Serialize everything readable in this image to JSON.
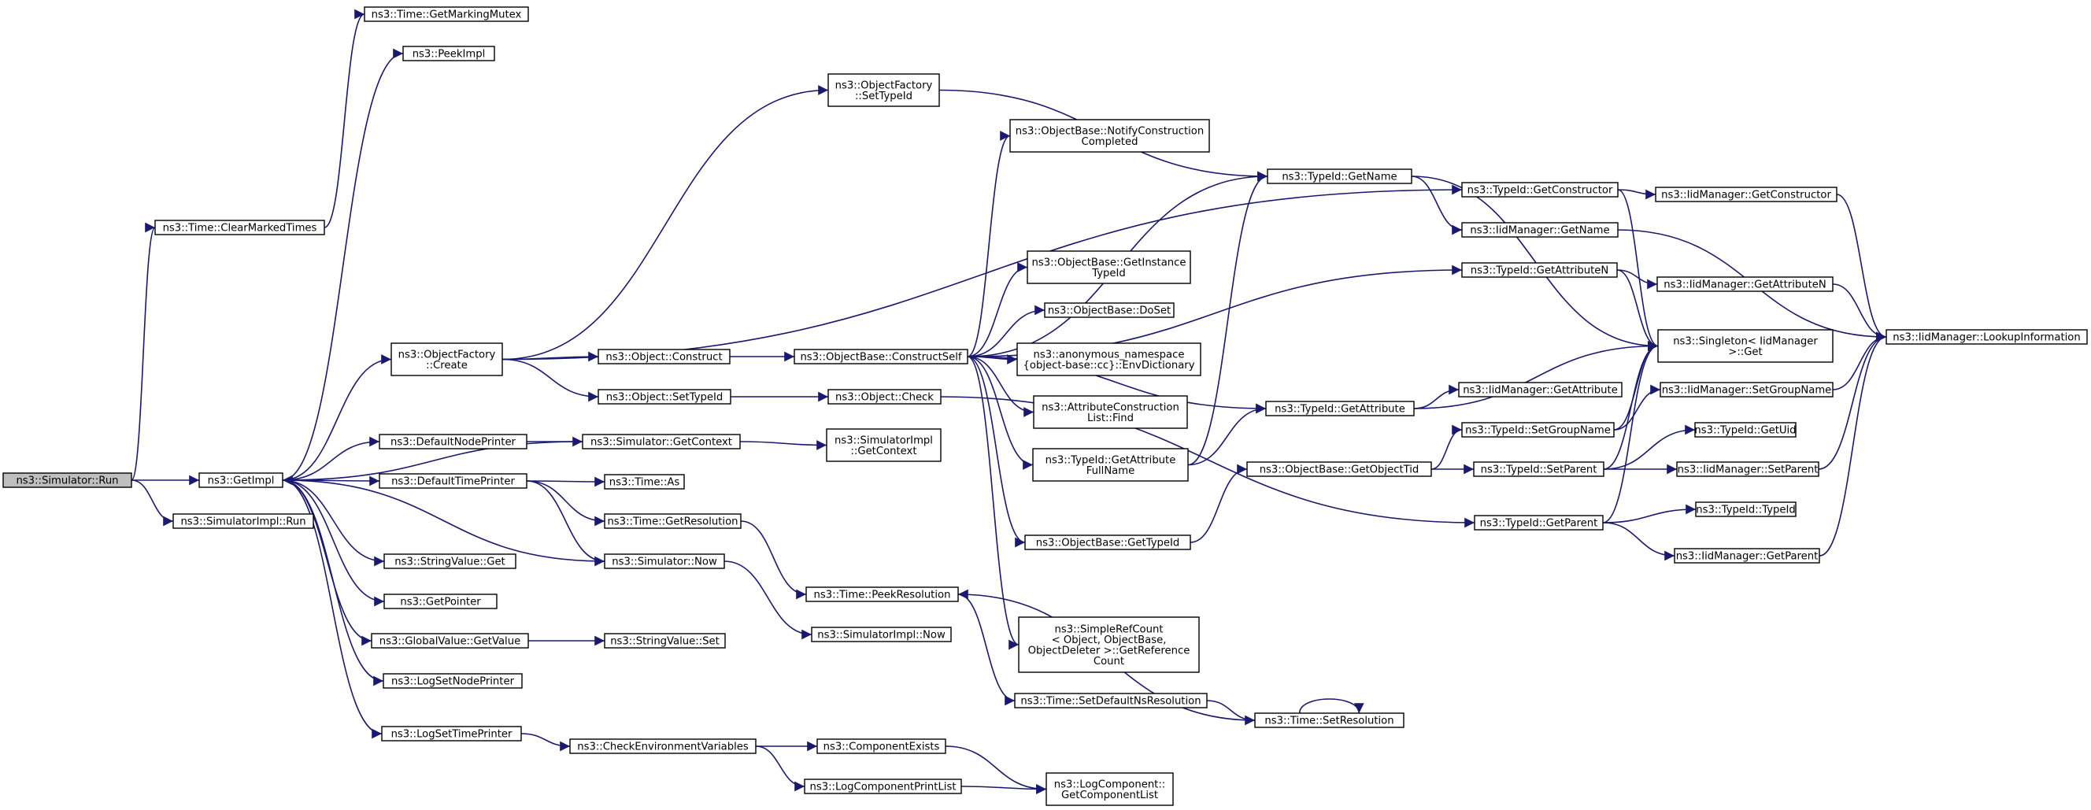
{
  "diagram": {
    "colors": {
      "edge": "#191970",
      "root_fill": "#bfbfbf",
      "node_fill": "#ffffff",
      "border": "#000000"
    },
    "nodes": [
      {
        "id": "run",
        "lines": [
          "ns3::Simulator::Run"
        ],
        "root": true
      },
      {
        "id": "getimpl",
        "lines": [
          "ns3::GetImpl"
        ]
      },
      {
        "id": "clearmarked",
        "lines": [
          "ns3::Time::ClearMarkedTimes"
        ]
      },
      {
        "id": "simimplrun",
        "lines": [
          "ns3::SimulatorImpl::Run"
        ]
      },
      {
        "id": "getmarkingmutex",
        "lines": [
          "ns3::Time::GetMarkingMutex"
        ]
      },
      {
        "id": "peekimpl",
        "lines": [
          "ns3::PeekImpl"
        ]
      },
      {
        "id": "ofcreate",
        "lines": [
          "ns3::ObjectFactory",
          "::Create"
        ]
      },
      {
        "id": "defnodeprinter",
        "lines": [
          "ns3::DefaultNodePrinter"
        ]
      },
      {
        "id": "deftimeprinter",
        "lines": [
          "ns3::DefaultTimePrinter"
        ]
      },
      {
        "id": "strvalget",
        "lines": [
          "ns3::StringValue::Get"
        ]
      },
      {
        "id": "getpointer",
        "lines": [
          "ns3::GetPointer"
        ]
      },
      {
        "id": "gvgetvalue",
        "lines": [
          "ns3::GlobalValue::GetValue"
        ]
      },
      {
        "id": "logsetnode",
        "lines": [
          "ns3::LogSetNodePrinter"
        ]
      },
      {
        "id": "logsettime",
        "lines": [
          "ns3::LogSetTimePrinter"
        ]
      },
      {
        "id": "ofsettypeid",
        "lines": [
          "ns3::ObjectFactory",
          "::SetTypeId"
        ]
      },
      {
        "id": "objconstruct",
        "lines": [
          "ns3::Object::Construct"
        ]
      },
      {
        "id": "objsettypeid",
        "lines": [
          "ns3::Object::SetTypeId"
        ]
      },
      {
        "id": "simgetcontext",
        "lines": [
          "ns3::Simulator::GetContext"
        ]
      },
      {
        "id": "timeas",
        "lines": [
          "ns3::Time::As"
        ]
      },
      {
        "id": "timegetres",
        "lines": [
          "ns3::Time::GetResolution"
        ]
      },
      {
        "id": "simnow",
        "lines": [
          "ns3::Simulator::Now"
        ]
      },
      {
        "id": "strvalset",
        "lines": [
          "ns3::StringValue::Set"
        ]
      },
      {
        "id": "checkenv",
        "lines": [
          "ns3::CheckEnvironmentVariables"
        ]
      },
      {
        "id": "obconstructself",
        "lines": [
          "ns3::ObjectBase::ConstructSelf"
        ]
      },
      {
        "id": "objcheck",
        "lines": [
          "ns3::Object::Check"
        ]
      },
      {
        "id": "simimplgetcontext",
        "lines": [
          "ns3::SimulatorImpl",
          "::GetContext"
        ]
      },
      {
        "id": "timepeekres",
        "lines": [
          "ns3::Time::PeekResolution"
        ]
      },
      {
        "id": "simimplnow",
        "lines": [
          "ns3::SimulatorImpl::Now"
        ]
      },
      {
        "id": "compexists",
        "lines": [
          "ns3::ComponentExists"
        ]
      },
      {
        "id": "logcompprint",
        "lines": [
          "ns3::LogComponentPrintList"
        ]
      },
      {
        "id": "obnotify",
        "lines": [
          "ns3::ObjectBase::NotifyConstruction",
          "Completed"
        ]
      },
      {
        "id": "obgetinstance",
        "lines": [
          "ns3::ObjectBase::GetInstance",
          "TypeId"
        ]
      },
      {
        "id": "obdoset",
        "lines": [
          "ns3::ObjectBase::DoSet"
        ]
      },
      {
        "id": "anonenv",
        "lines": [
          "ns3::anonymous_namespace",
          "{object-base::cc}::EnvDictionary"
        ]
      },
      {
        "id": "acfind",
        "lines": [
          "ns3::AttributeConstruction",
          "List::Find"
        ]
      },
      {
        "id": "tidgetattrfull",
        "lines": [
          "ns3::TypeId::GetAttribute",
          "FullName"
        ]
      },
      {
        "id": "obgettypeid",
        "lines": [
          "ns3::ObjectBase::GetTypeId"
        ]
      },
      {
        "id": "simplerefcount",
        "lines": [
          "ns3::SimpleRefCount",
          "< Object, ObjectBase,",
          "ObjectDeleter >::GetReference",
          "Count"
        ]
      },
      {
        "id": "timesetdefns",
        "lines": [
          "ns3::Time::SetDefaultNsResolution"
        ]
      },
      {
        "id": "logcompgetlist",
        "lines": [
          "ns3::LogComponent::",
          "GetComponentList"
        ]
      },
      {
        "id": "tidgetname",
        "lines": [
          "ns3::TypeId::GetName"
        ]
      },
      {
        "id": "tidgetattribute",
        "lines": [
          "ns3::TypeId::GetAttribute"
        ]
      },
      {
        "id": "obgetobjtid",
        "lines": [
          "ns3::ObjectBase::GetObjectTid"
        ]
      },
      {
        "id": "timesetres",
        "lines": [
          "ns3::Time::SetResolution"
        ]
      },
      {
        "id": "tidgetconstructor",
        "lines": [
          "ns3::TypeId::GetConstructor"
        ]
      },
      {
        "id": "iidgetname",
        "lines": [
          "ns3::IidManager::GetName"
        ]
      },
      {
        "id": "tidgetattrn",
        "lines": [
          "ns3::TypeId::GetAttributeN"
        ]
      },
      {
        "id": "iidgetattribute",
        "lines": [
          "ns3::IidManager::GetAttribute"
        ]
      },
      {
        "id": "tidsetgroupname",
        "lines": [
          "ns3::TypeId::SetGroupName"
        ]
      },
      {
        "id": "tidsetparent",
        "lines": [
          "ns3::TypeId::SetParent"
        ]
      },
      {
        "id": "tidgetparent",
        "lines": [
          "ns3::TypeId::GetParent"
        ]
      },
      {
        "id": "singleton",
        "lines": [
          "ns3::Singleton< IidManager",
          ">::Get"
        ]
      },
      {
        "id": "iidgetconstructor",
        "lines": [
          "ns3::IidManager::GetConstructor"
        ]
      },
      {
        "id": "iidgetattrn",
        "lines": [
          "ns3::IidManager::GetAttributeN"
        ]
      },
      {
        "id": "iidsetgroupname",
        "lines": [
          "ns3::IidManager::SetGroupName"
        ]
      },
      {
        "id": "tidgetuid",
        "lines": [
          "ns3::TypeId::GetUid"
        ]
      },
      {
        "id": "iidsetparent",
        "lines": [
          "ns3::IidManager::SetParent"
        ]
      },
      {
        "id": "tidtypeid",
        "lines": [
          "ns3::TypeId::TypeId"
        ]
      },
      {
        "id": "iidgetparent",
        "lines": [
          "ns3::IidManager::GetParent"
        ]
      },
      {
        "id": "iidlookup",
        "lines": [
          "ns3::IidManager::LookupInformation"
        ]
      }
    ],
    "edges": [
      [
        "run",
        "getimpl"
      ],
      [
        "run",
        "clearmarked"
      ],
      [
        "run",
        "simimplrun"
      ],
      [
        "clearmarked",
        "getmarkingmutex"
      ],
      [
        "getimpl",
        "peekimpl"
      ],
      [
        "getimpl",
        "ofcreate"
      ],
      [
        "getimpl",
        "defnodeprinter"
      ],
      [
        "getimpl",
        "deftimeprinter"
      ],
      [
        "getimpl",
        "strvalget"
      ],
      [
        "getimpl",
        "getpointer"
      ],
      [
        "getimpl",
        "gvgetvalue"
      ],
      [
        "getimpl",
        "logsetnode"
      ],
      [
        "getimpl",
        "logsettime"
      ],
      [
        "ofcreate",
        "ofsettypeid"
      ],
      [
        "ofcreate",
        "objconstruct"
      ],
      [
        "ofcreate",
        "objsettypeid"
      ],
      [
        "defnodeprinter",
        "simgetcontext"
      ],
      [
        "simgetcontext",
        "getimpl"
      ],
      [
        "simgetcontext",
        "simimplgetcontext"
      ],
      [
        "deftimeprinter",
        "timeas"
      ],
      [
        "deftimeprinter",
        "timegetres"
      ],
      [
        "deftimeprinter",
        "simnow"
      ],
      [
        "simnow",
        "getimpl"
      ],
      [
        "simnow",
        "simimplnow"
      ],
      [
        "timegetres",
        "timepeekres"
      ],
      [
        "gvgetvalue",
        "strvalset"
      ],
      [
        "logsettime",
        "checkenv"
      ],
      [
        "checkenv",
        "compexists"
      ],
      [
        "checkenv",
        "logcompprint"
      ],
      [
        "compexists",
        "logcompgetlist"
      ],
      [
        "logcompprint",
        "logcompgetlist"
      ],
      [
        "objconstruct",
        "obconstructself"
      ],
      [
        "objsettypeid",
        "objcheck"
      ],
      [
        "obconstructself",
        "obnotify"
      ],
      [
        "obconstructself",
        "obgetinstance"
      ],
      [
        "obconstructself",
        "obdoset"
      ],
      [
        "obconstructself",
        "anonenv"
      ],
      [
        "obconstructself",
        "acfind"
      ],
      [
        "obconstructself",
        "tidgetattrfull"
      ],
      [
        "obconstructself",
        "obgettypeid"
      ],
      [
        "obconstructself",
        "tidgetname"
      ],
      [
        "obconstructself",
        "tidgetattribute"
      ],
      [
        "obconstructself",
        "tidgetattrn"
      ],
      [
        "obconstructself",
        "simplerefcount"
      ],
      [
        "objcheck",
        "tidgetparent"
      ],
      [
        "ofsettypeid",
        "tidgetname"
      ],
      [
        "ofcreate",
        "tidgetconstructor"
      ],
      [
        "tidgetattrfull",
        "tidgetname"
      ],
      [
        "tidgetattrfull",
        "tidgetattribute"
      ],
      [
        "obgettypeid",
        "obgetobjtid"
      ],
      [
        "obgetobjtid",
        "tidsetgroupname"
      ],
      [
        "obgetobjtid",
        "tidsetparent"
      ],
      [
        "timepeekres",
        "timesetdefns"
      ],
      [
        "timesetdefns",
        "timesetres"
      ],
      [
        "timesetres",
        "timesetres"
      ],
      [
        "timesetres",
        "timepeekres"
      ],
      [
        "tidgetname",
        "iidgetname"
      ],
      [
        "tidgetname",
        "singleton"
      ],
      [
        "tidgetconstructor",
        "iidgetconstructor"
      ],
      [
        "tidgetconstructor",
        "singleton"
      ],
      [
        "tidgetattrn",
        "iidgetattrn"
      ],
      [
        "tidgetattrn",
        "singleton"
      ],
      [
        "tidgetattribute",
        "iidgetattribute"
      ],
      [
        "tidgetattribute",
        "singleton"
      ],
      [
        "tidsetgroupname",
        "iidsetgroupname"
      ],
      [
        "tidsetgroupname",
        "singleton"
      ],
      [
        "tidsetparent",
        "tidgetuid"
      ],
      [
        "tidsetparent",
        "iidsetparent"
      ],
      [
        "tidsetparent",
        "singleton"
      ],
      [
        "tidgetparent",
        "tidtypeid"
      ],
      [
        "tidgetparent",
        "iidgetparent"
      ],
      [
        "tidgetparent",
        "singleton"
      ],
      [
        "iidgetname",
        "iidlookup"
      ],
      [
        "iidgetconstructor",
        "iidlookup"
      ],
      [
        "iidgetattrn",
        "iidlookup"
      ],
      [
        "iidsetgroupname",
        "iidlookup"
      ],
      [
        "iidsetparent",
        "iidlookup"
      ],
      [
        "iidgetparent",
        "iidlookup"
      ]
    ]
  }
}
